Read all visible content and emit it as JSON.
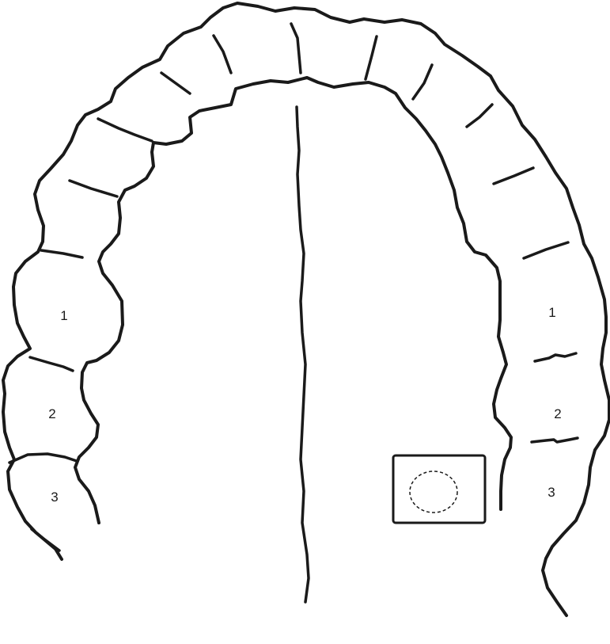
{
  "labels": {
    "left_molar_1": "1",
    "left_molar_2": "2",
    "left_molar_3": "3",
    "right_molar_1": "1",
    "right_molar_2": "2",
    "right_molar_3": "3"
  },
  "colors": {
    "stroke": "#1a1a1a",
    "background": "#ffffff"
  }
}
